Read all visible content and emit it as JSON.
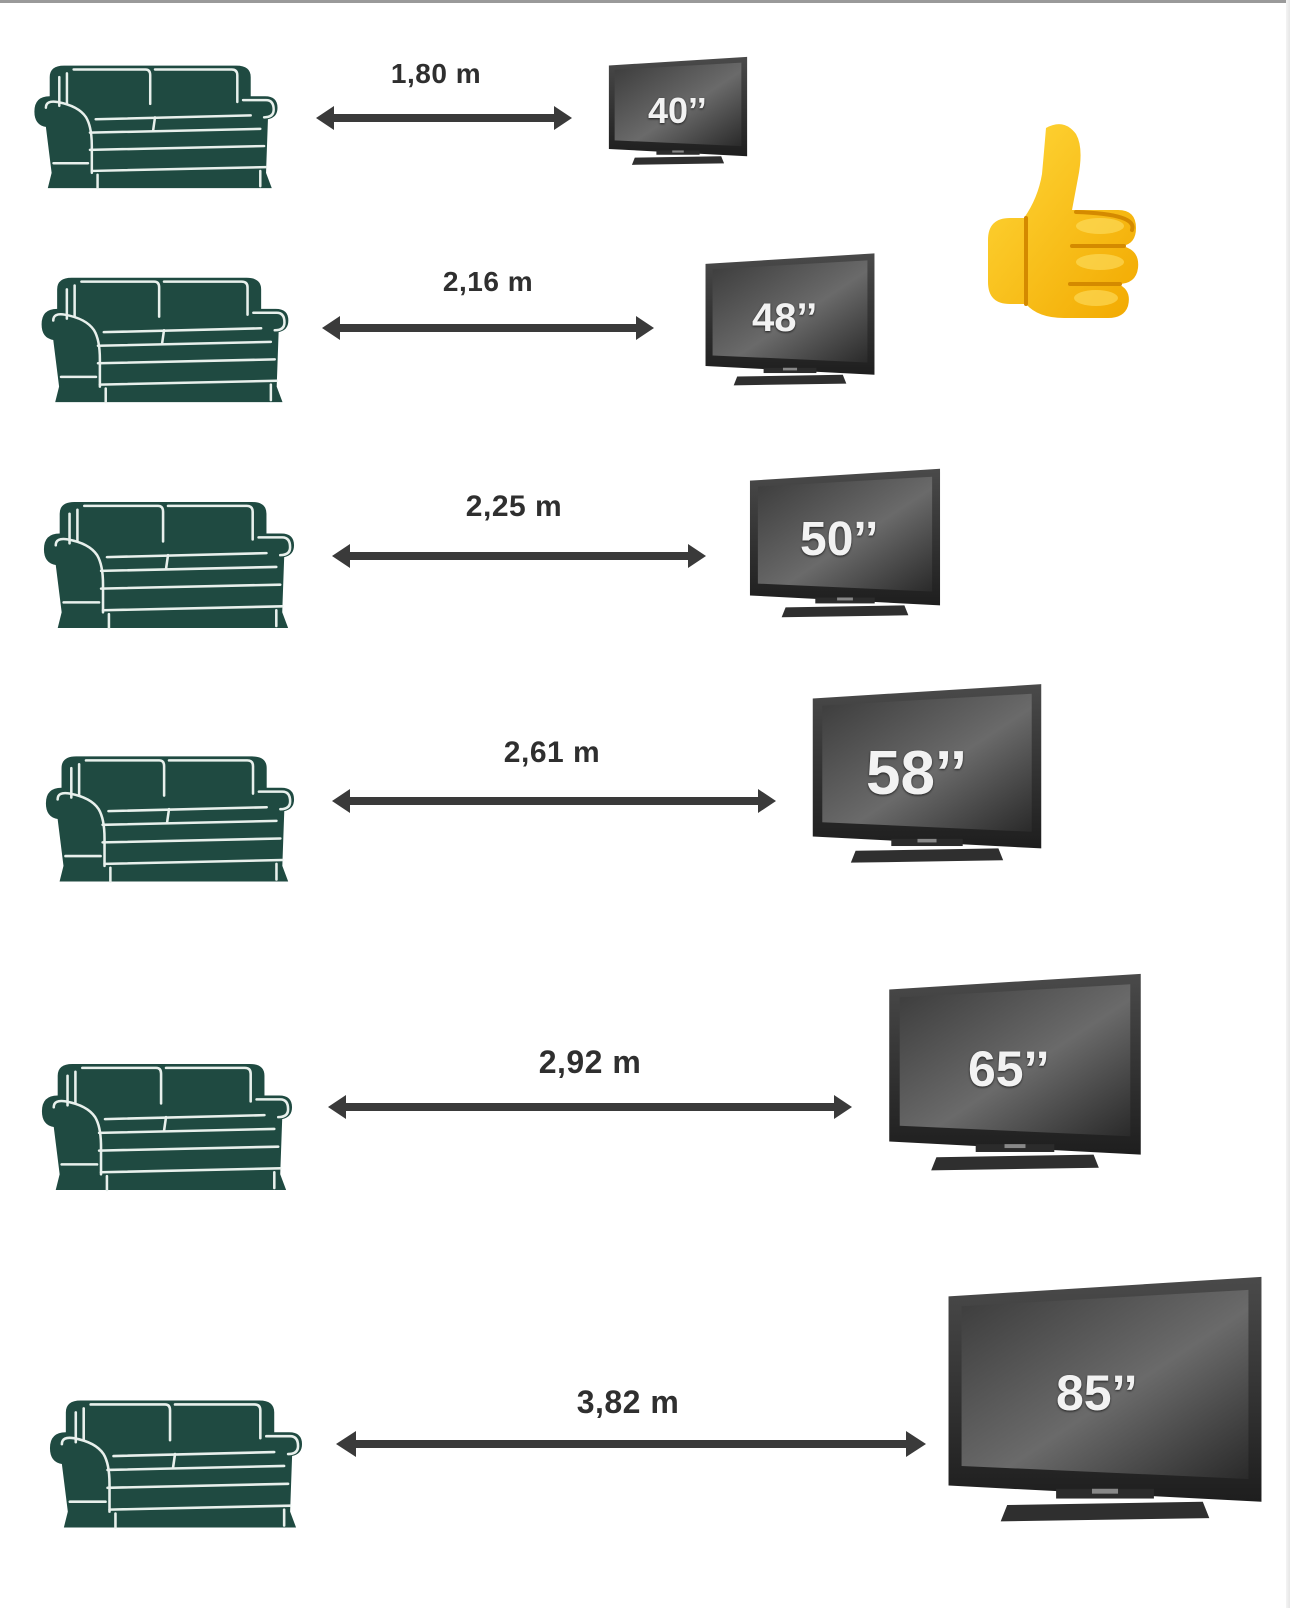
{
  "rows": [
    {
      "distance": "1,80 m",
      "tv_size": "40’’"
    },
    {
      "distance": "2,16 m",
      "tv_size": "48’’"
    },
    {
      "distance": "2,25 m",
      "tv_size": "50’’"
    },
    {
      "distance": "2,61 m",
      "tv_size": "58’’"
    },
    {
      "distance": "2,92 m",
      "tv_size": "65’’"
    },
    {
      "distance": "3,82 m",
      "tv_size": "85’’"
    }
  ],
  "icons": {
    "sofa": "sofa-icon",
    "tv": "television-icon",
    "arrow": "double-arrow-icon",
    "approval": "thumbs-up-icon"
  },
  "colors": {
    "sofa": "#1f4a41",
    "arrow": "#3a3a3a",
    "tv_frame": "#2a2a2a",
    "thumb": "#f7c21a"
  }
}
